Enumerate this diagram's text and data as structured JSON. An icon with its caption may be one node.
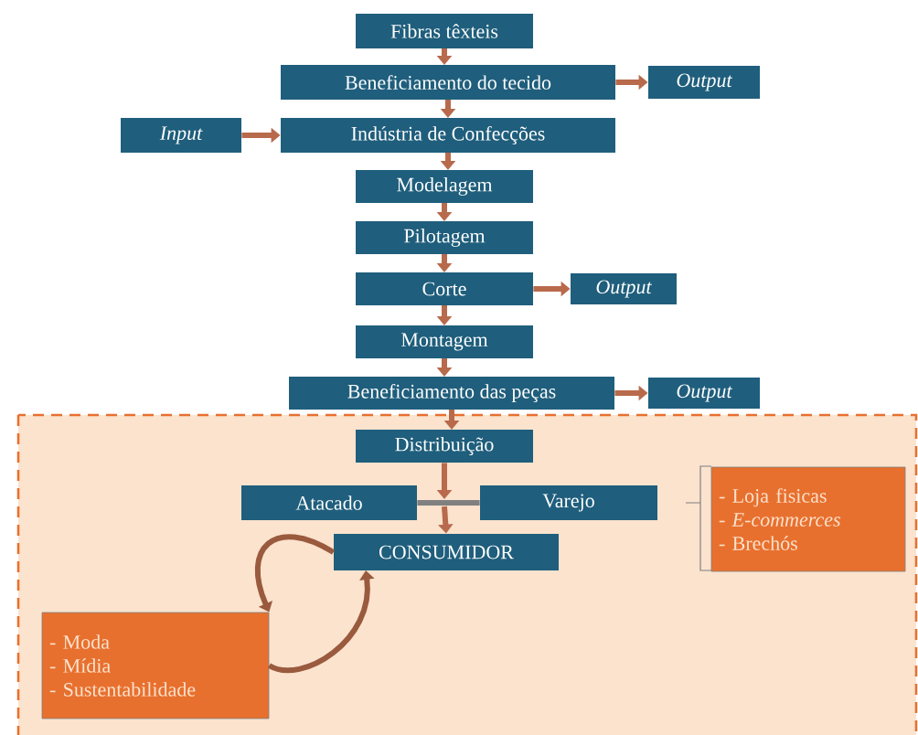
{
  "diagram": {
    "nodes": [
      {
        "text": [
          "Fibras têxteis"
        ]
      },
      {
        "text": [
          "Beneficiamento do tecido"
        ]
      },
      {
        "text": [
          "Output"
        ]
      },
      {
        "text": [
          "Input"
        ]
      },
      {
        "text": [
          "Indústria de Confecções"
        ]
      },
      {
        "text": [
          "Modelagem"
        ]
      },
      {
        "text": [
          "Pilotagem"
        ]
      },
      {
        "text": [
          "Corte"
        ]
      },
      {
        "text": [
          "Output"
        ]
      },
      {
        "text": [
          "Montagem"
        ]
      },
      {
        "text": [
          "Beneficiamento das peças"
        ]
      },
      {
        "text": [
          "Output"
        ]
      },
      {
        "text": [
          "Distribuição"
        ]
      },
      {
        "text": [
          "Atacado"
        ]
      },
      {
        "text": [
          "Varejo"
        ]
      },
      {
        "text": [
          "CONSUMIDOR"
        ]
      },
      {
        "text": [
          "- Loja fisicas",
          "- *E-commerces*",
          "- Brechós"
        ]
      },
      {
        "text": [
          "- Moda",
          "- Mídia",
          "- Sustentabilidade"
        ]
      }
    ],
    "edges": [
      {
        "from": 0,
        "to": 1,
        "arrow": "to"
      },
      {
        "from": 1,
        "to": 2,
        "arrow": "to"
      },
      {
        "from": 1,
        "to": 4,
        "arrow": "to"
      },
      {
        "from": 3,
        "to": 4,
        "arrow": "to"
      },
      {
        "from": 4,
        "to": 5,
        "arrow": "to"
      },
      {
        "from": 5,
        "to": 6,
        "arrow": "to"
      },
      {
        "from": 6,
        "to": 7,
        "arrow": "to"
      },
      {
        "from": 7,
        "to": 8,
        "arrow": "to"
      },
      {
        "from": 7,
        "to": 9,
        "arrow": "to"
      },
      {
        "from": 9,
        "to": 10,
        "arrow": "to"
      },
      {
        "from": 10,
        "to": 11,
        "arrow": "to"
      },
      {
        "from": 10,
        "to": 12,
        "arrow": "to"
      },
      {
        "from": 12,
        "to": null,
        "arrow": "to"
      },
      {
        "from": 13,
        "to": 14,
        "arrow": "none",
        "color": "#808080"
      },
      {
        "from": null,
        "to": 15,
        "arrow": "to"
      },
      {
        "from": 15,
        "to": 17,
        "arrow": "to",
        "color": "#9a5a3e"
      },
      {
        "from": 17,
        "to": 15,
        "arrow": "to",
        "color": "#9a5a3e"
      }
    ]
  }
}
